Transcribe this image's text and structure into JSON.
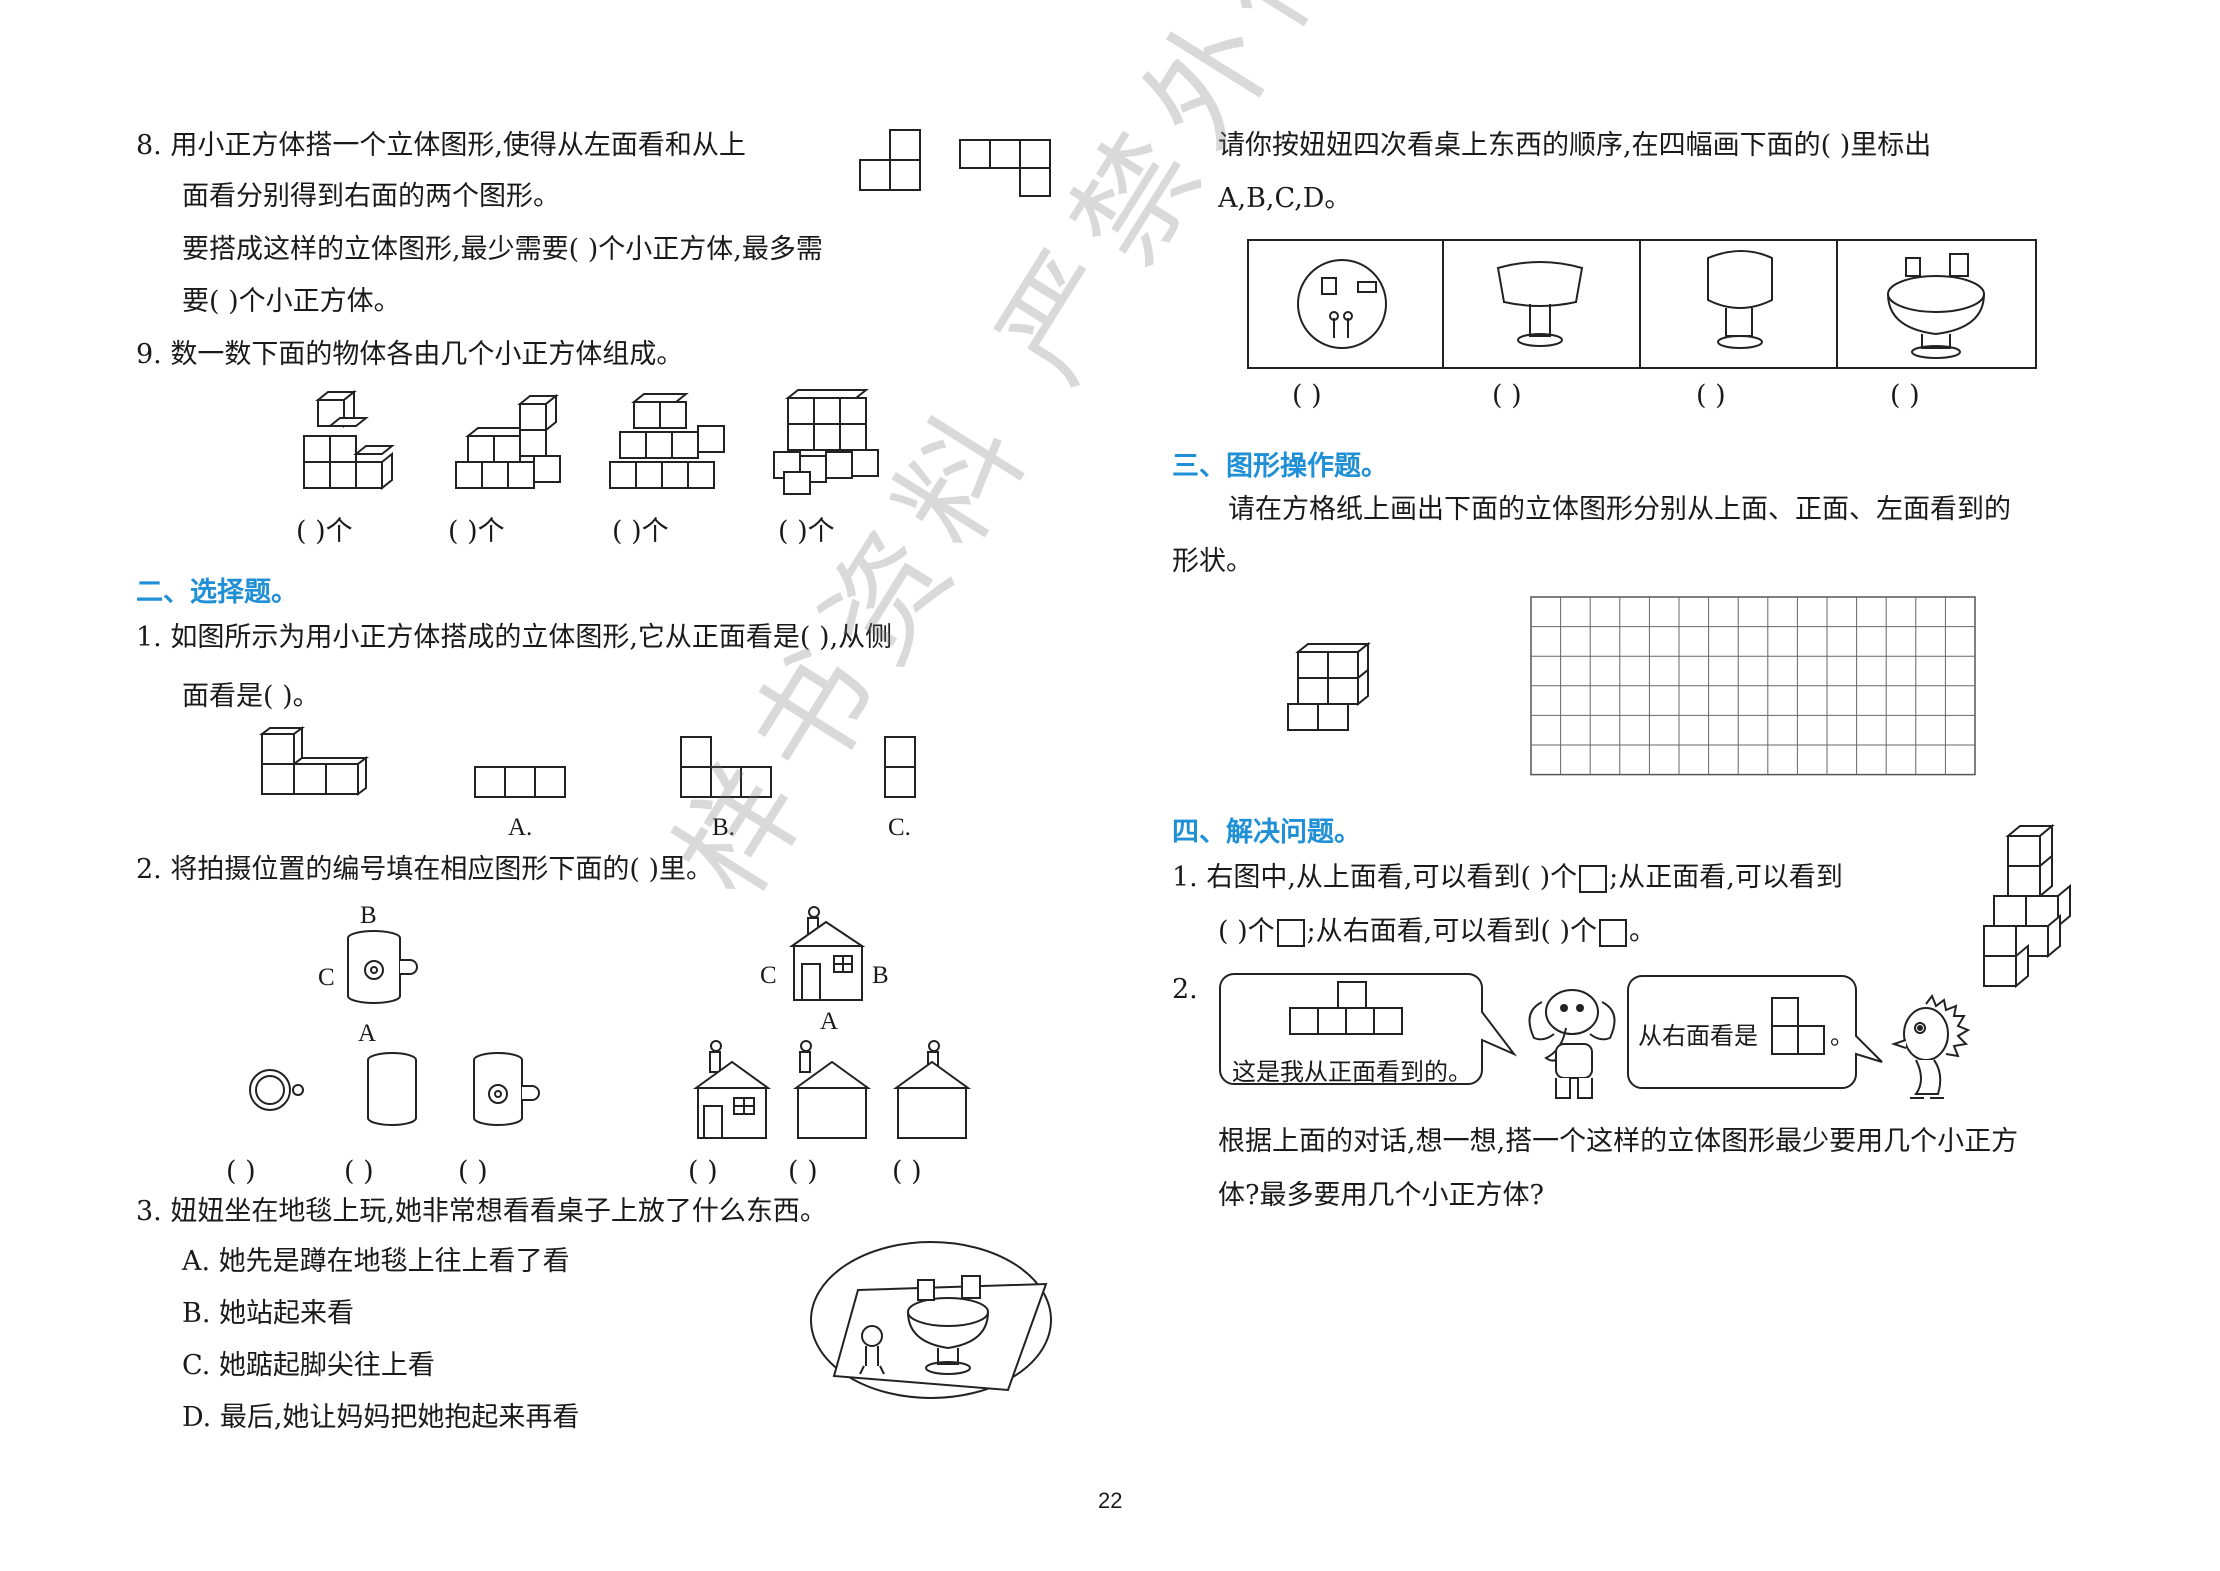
{
  "left": {
    "q8": {
      "line1": "8. 用小正方体搭一个立体图形,使得从左面看和从上",
      "line2": "面看分别得到右面的两个图形。",
      "line3": "要搭成这样的立体图形,最少需要(       )个小正方体,最多需",
      "line4": "要(       )个小正方体。"
    },
    "q9": {
      "text": "9. 数一数下面的物体各由几个小正方体组成。",
      "blanks": [
        "(       )个",
        "(       )个",
        "(       )个",
        "(       )个"
      ]
    },
    "section2": "二、选择题。",
    "c1": {
      "line1": "1. 如图所示为用小正方体搭成的立体图形,它从正面看是(        ),从侧",
      "line2": "面看是(       )。",
      "options": [
        "A.",
        "B.",
        "C."
      ]
    },
    "c2": {
      "text": "2. 将拍摄位置的编号填在相应图形下面的(       )里。",
      "labels": [
        "B",
        "C",
        "A",
        "C",
        "B",
        "A"
      ],
      "blanks": [
        "(       )",
        "(       )",
        "(       )",
        "(       )",
        "(       )",
        "(       )"
      ]
    },
    "c3": {
      "text": "3. 妞妞坐在地毯上玩,她非常想看看桌子上放了什么东西。",
      "options": [
        "A. 她先是蹲在地毯上往上看了看",
        "B. 她站起来看",
        "C. 她踮起脚尖往上看",
        "D. 最后,她让妈妈把她抱起来再看"
      ]
    }
  },
  "right": {
    "c3cont": {
      "line1": "请你按妞妞四次看桌上东西的顺序,在四幅画下面的(       )里标出",
      "line2": "A,B,C,D。",
      "blanks": [
        "(       )",
        "(       )",
        "(       )",
        "(       )"
      ]
    },
    "section3": "三、图形操作题。",
    "op": {
      "line1": "请在方格纸上画出下面的立体图形分别从上面、正面、左面看到的",
      "line2": "形状。"
    },
    "section4": "四、解决问题。",
    "p1": {
      "a": "1. 右图中,从上面看,可以看到(       )个",
      "b": ";从正面看,可以看到",
      "c": "(       )个",
      "d": ";从右面看,可以看到(       )个",
      "e": "。"
    },
    "p2": {
      "num": "2.",
      "bubble1": "这是我从正面看到的。",
      "bubble2": "从右面看是",
      "bubble2_end": "。",
      "line1": "根据上面的对话,想一想,搭一个这样的立体图形最少要用几个小正方",
      "line2": "体?最多要用几个小正方体?"
    }
  },
  "watermark": "样书资料 严禁外传",
  "page_number": "22"
}
